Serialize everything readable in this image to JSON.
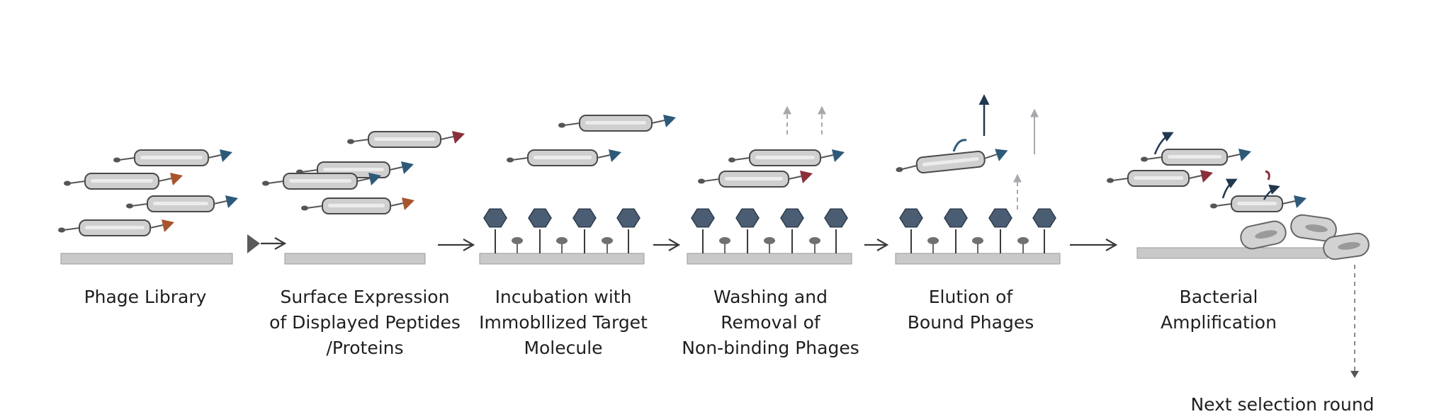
{
  "steps": [
    {
      "lines": [
        "Phage Library"
      ]
    },
    {
      "lines": [
        "Surface Expression",
        "of Displayed Peptides",
        "/Proteins"
      ]
    },
    {
      "lines": [
        "Incubation with",
        "Immobllized Target",
        "Molecule"
      ]
    },
    {
      "lines": [
        "Washing and",
        "Removal of",
        "Non-binding Phages"
      ]
    },
    {
      "lines": [
        "Elution of",
        "Bound Phages"
      ]
    },
    {
      "lines": [
        "Bacterial",
        "Amplification"
      ]
    }
  ],
  "next_round": "Next selection round",
  "colors": {
    "phage_body": "#cfcfcf",
    "phage_outline": "#4a4a4a",
    "phage_stripe": "#ececec",
    "surface": "#c9c9c9",
    "target": "#4b5d73",
    "tag_blue": "#2e5a7a",
    "tag_red": "#8b2f3a",
    "tag_orange": "#a8552d",
    "arrow": "#3a3a3a",
    "arrow_up_dark": "#22384f",
    "arrow_up_light": "#a5a8ad",
    "bacteria": "#d2d2d2"
  }
}
